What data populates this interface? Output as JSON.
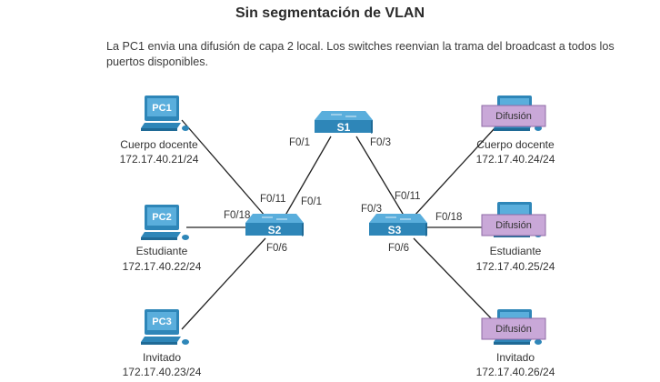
{
  "title": "Sin segmentación de VLAN",
  "description": "La PC1 envia una difusión de capa 2 local. Los switches reenvian la trama del broadcast a todos los puertos disponibles.",
  "colors": {
    "device_blue": "#2e86b8",
    "device_dark": "#1f6a96",
    "screen_blue": "#5aaedc",
    "broadcast_fill": "#c9a8d8",
    "broadcast_border": "#8e6aa6",
    "link": "#222222"
  },
  "switches": [
    {
      "id": "S1",
      "label": "S1"
    },
    {
      "id": "S2",
      "label": "S2"
    },
    {
      "id": "S3",
      "label": "S3"
    }
  ],
  "pcs_left": [
    {
      "id": "PC1",
      "label": "PC1",
      "role": "Cuerpo docente",
      "ip": "172.17.40.21/24"
    },
    {
      "id": "PC2",
      "label": "PC2",
      "role": "Estudiante",
      "ip": "172.17.40.22/24"
    },
    {
      "id": "PC3",
      "label": "PC3",
      "role": "Invitado",
      "ip": "172.17.40.23/24"
    }
  ],
  "pcs_right": [
    {
      "id": "PC4",
      "overlay": "Difusión",
      "role": "Cuerpo docente",
      "ip": "172.17.40.24/24"
    },
    {
      "id": "PC5",
      "overlay": "Difusión",
      "role": "Estudiante",
      "ip": "172.17.40.25/24"
    },
    {
      "id": "PC6",
      "overlay": "Difusión",
      "role": "Invitado",
      "ip": "172.17.40.26/24"
    }
  ],
  "ports": {
    "s1_left": "F0/1",
    "s1_right": "F0/3",
    "s2_f011": "F0/11",
    "s2_f01": "F0/1",
    "s2_f018": "F0/18",
    "s2_f06": "F0/6",
    "s3_f011": "F0/11",
    "s3_f03": "F0/3",
    "s3_f018": "F0/18",
    "s3_f06": "F0/6"
  }
}
